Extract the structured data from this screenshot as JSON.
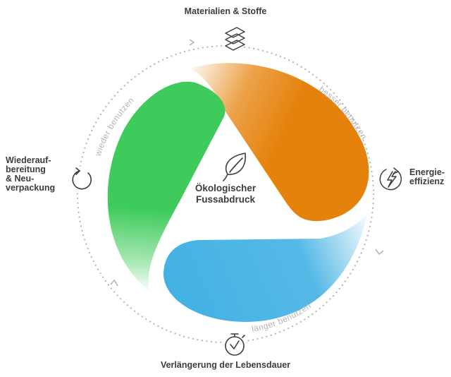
{
  "center": {
    "line1": "Ökologischer",
    "line2": "Fussabdruck",
    "icon": "leaf-icon"
  },
  "nodes": {
    "top": {
      "label": "Materialien & Stoffe",
      "icon": "layers-icon"
    },
    "right": {
      "line1": "Energie-",
      "line2": "effizienz",
      "icon": "lightning-icon"
    },
    "bottom": {
      "label": "Verlängerung der Lebensdauer",
      "icon": "stopwatch-icon"
    },
    "left": {
      "line1": "Wiederauf-",
      "line2": "bereitung",
      "line3": "& Neu-",
      "line4": "verpackung",
      "icon": "refresh-icon"
    }
  },
  "arcs": {
    "orange": "besser benutzen",
    "blue": "länger benutzen",
    "green": "wieder benutzen"
  },
  "colors": {
    "orange": "#E5820C",
    "blue": "#42B1E3",
    "green": "#3FCB5B",
    "text": "#3D3D3D",
    "arc_text": "#B5B5B5",
    "dots": "#B5B5B5"
  }
}
